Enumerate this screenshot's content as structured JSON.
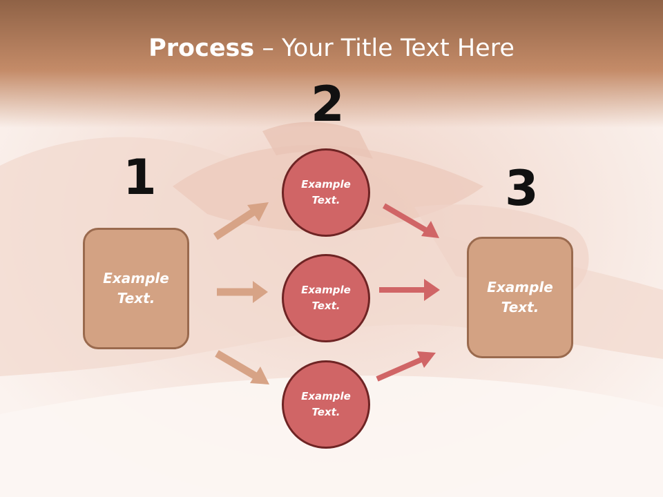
{
  "title": {
    "bold": "Process",
    "rest": " – Your Title Text Here"
  },
  "steps": {
    "one": "1",
    "two": "2",
    "three": "3"
  },
  "left_box": {
    "text": "Example Text."
  },
  "circles": [
    {
      "text": "Example Text."
    },
    {
      "text": "Example Text."
    },
    {
      "text": "Example Text."
    }
  ],
  "right_box": {
    "text": "Example Text."
  },
  "colors": {
    "header": "#b9815e",
    "box_fill": "#d3a283",
    "circle_fill": "#d06566",
    "tan_arrow": "#d7a386",
    "red_arrow": "#d06566"
  }
}
